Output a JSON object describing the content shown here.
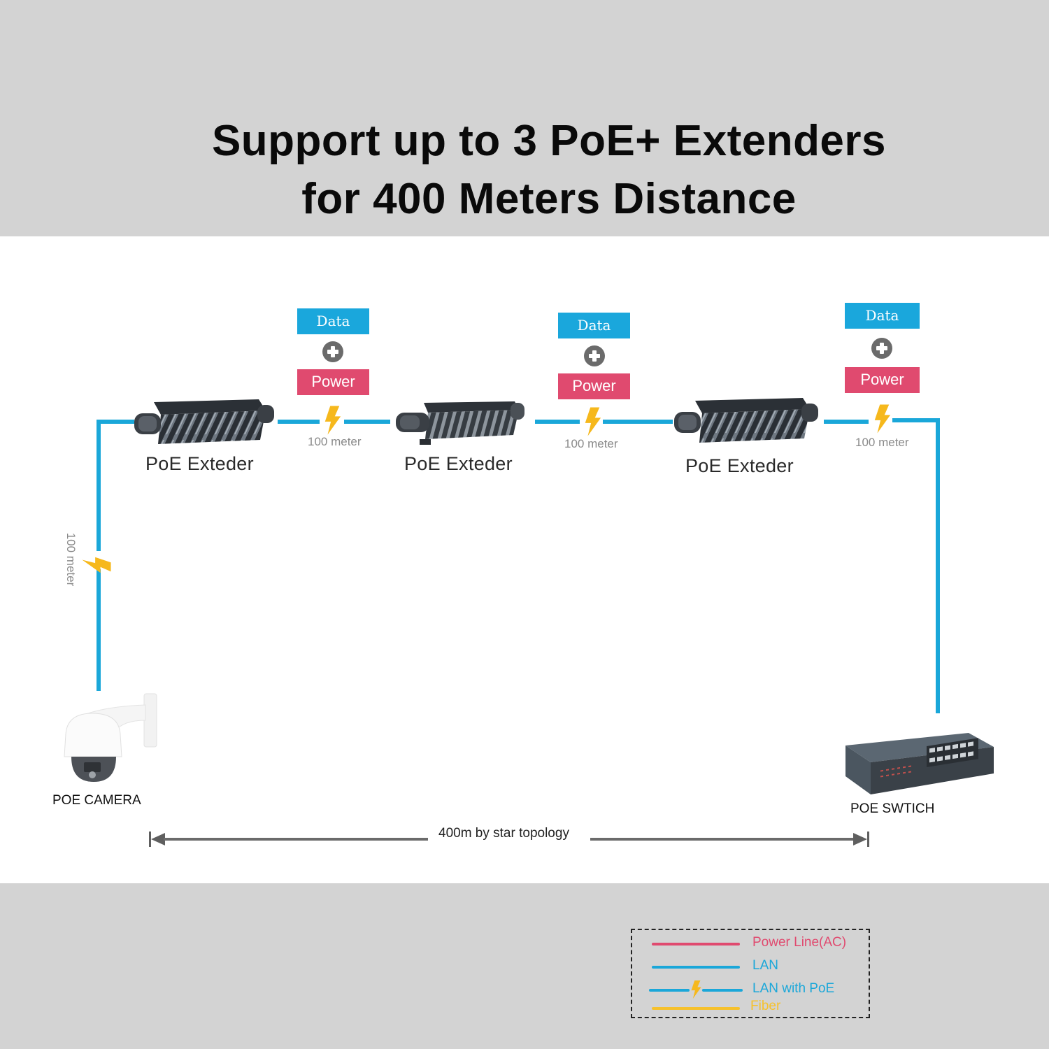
{
  "header": {
    "title_line1": "Support up to 3 PoE+ Extenders",
    "title_line2": "for 400 Meters Distance"
  },
  "colors": {
    "background_band": "#d3d3d3",
    "lan_blue": "#1aa7d9",
    "data_badge": "#1aa7dc",
    "power_badge": "#e04a6f",
    "bolt_yellow": "#f6b81c",
    "plus_gray": "#6b6b6b",
    "distance_gray": "#8a8a8a"
  },
  "segments": [
    {
      "data_label": "Data",
      "plus_icon": "plus-circle-icon",
      "power_label": "Power",
      "distance": "100 meter"
    },
    {
      "data_label": "Data",
      "plus_icon": "plus-circle-icon",
      "power_label": "Power",
      "distance": "100 meter"
    },
    {
      "data_label": "Data",
      "plus_icon": "plus-circle-icon",
      "power_label": "Power",
      "distance": "100 meter"
    }
  ],
  "vertical_segment": {
    "distance": "100 meter"
  },
  "extenders": [
    {
      "label": "PoE Exteder"
    },
    {
      "label": "PoE Exteder"
    },
    {
      "label": "PoE Exteder"
    }
  ],
  "camera": {
    "label": "POE CAMERA"
  },
  "switch": {
    "label": "POE SWTICH"
  },
  "span": {
    "label": "400m by star topology"
  },
  "legend": {
    "items": [
      {
        "label": "Power Line(AC)",
        "color": "#e04a6f",
        "icon": "line"
      },
      {
        "label": "LAN",
        "color": "#1aa7d9",
        "icon": "line"
      },
      {
        "label": "LAN with PoE",
        "color": "#1aa7d9",
        "icon": "line-with-bolt"
      },
      {
        "label": "Fiber",
        "color": "#f6c12c",
        "icon": "line"
      }
    ]
  }
}
